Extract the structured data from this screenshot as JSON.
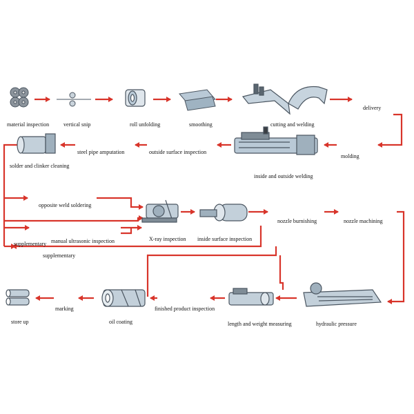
{
  "colors": {
    "arrow": "#d8342a",
    "machine_fill": "#b9c9d6",
    "machine_stroke": "#4a5560",
    "dark": "#3a3f44"
  },
  "steps": {
    "material_inspection": "material inspection",
    "vertical_snip": "vertical snip",
    "roll_unfolding": "roll unfolding",
    "smoothing": "smoothing",
    "cutting_and_welding": "cutting and welding",
    "delivery": "delivery",
    "molding": "molding",
    "inside_and_outside_welding": "inside and outside welding",
    "outside_surface_inspection": "outside surface inspection",
    "steel_pipe_amputation": "steel pipe amputation",
    "solder_and_clinker_cleaning": "solder and clinker cleaning",
    "opposite_weld_soldering": "opposite weld soldering",
    "manual_ultrasonic_inspection": "manual ultrasonic inspection",
    "supplementary_1": "supplementary",
    "supplementary_2": "supplementary",
    "x_ray_inspection": "X-ray inspection",
    "inside_surface_inspection": "inside surface inspection",
    "nozzle_burnishing": "nozzle burnishing",
    "nozzle_machining": "nozzle machining",
    "hydraulic_pressure": "hydraulic pressure",
    "length_and_weight_measuring": "length and weight measuring",
    "finished_product_inspection": "finished product inspection",
    "oil_coating": "oil coating",
    "marking": "marking",
    "store_up": "store up"
  },
  "icons": [
    "coil-stack-icon",
    "snip-icon",
    "roll-icon",
    "smoothing-icon",
    "cutting-welding-machine-icon",
    "welding-machine-icon",
    "pipe-amputation-icon",
    "xray-machine-icon",
    "inside-inspection-icon",
    "hydraulic-press-icon",
    "measuring-icon",
    "coated-pipe-icon",
    "pipe-stack-icon"
  ]
}
